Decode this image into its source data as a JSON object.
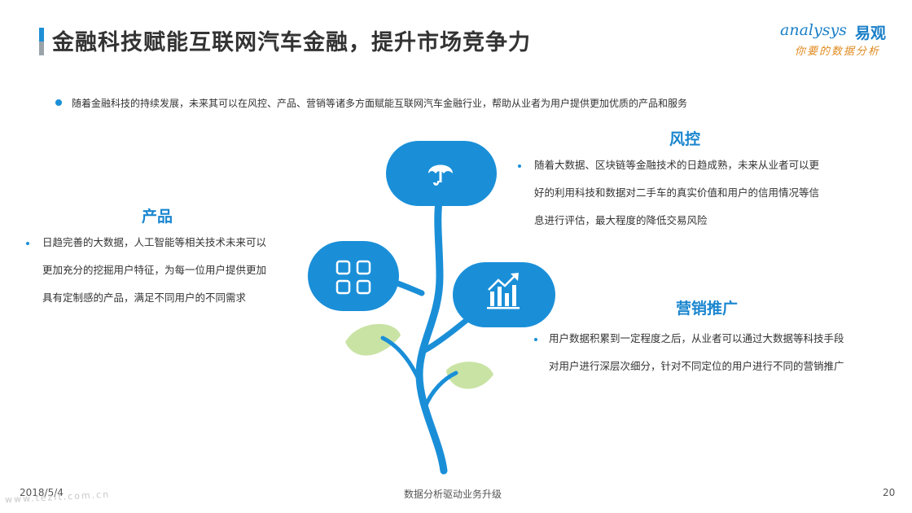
{
  "header": {
    "title": "金融科技赋能互联网汽车金融，提升市场竞争力",
    "logo_en": "analysys",
    "logo_cn": "易观",
    "slogan": "你要的数据分析"
  },
  "intro": "随着金融科技的持续发展，未来其可以在风控、产品、营销等诸多方面赋能互联网汽车金融行业，帮助从业者为用户提供更加优质的产品和服务",
  "sections": {
    "risk": {
      "heading": "风控",
      "icon": "umbrella-icon",
      "lines": [
        "随着大数据、区块链等金融技术的日趋成熟，未来从业者可以更",
        "好的利用科技和数据对二手车的真实价值和用户的信用情况等信",
        "息进行评估，最大程度的降低交易风险"
      ]
    },
    "product": {
      "heading": "产品",
      "icon": "grid-icon",
      "lines": [
        "日趋完善的大数据，人工智能等相关技术未来可以",
        "更加充分的挖掘用户特征，为每一位用户提供更加",
        "具有定制感的产品，满足不同用户的不同需求"
      ]
    },
    "marketing": {
      "heading": "营销推广",
      "icon": "growth-chart-icon",
      "lines": [
        "用户数据积累到一定程度之后，从业者可以通过大数据等科技手段",
        "对用户进行深层次细分，针对不同定位的用户进行不同的营销推广"
      ]
    }
  },
  "footer": {
    "date": "2018/5/4",
    "center": "数据分析驱动业务升级",
    "page": "20",
    "watermark": "www.tezit.com.cn"
  },
  "colors": {
    "accent": "#1a8fd8",
    "leaf": "#c9e3a4",
    "title": "#333333",
    "slogan": "#e08a1e"
  }
}
